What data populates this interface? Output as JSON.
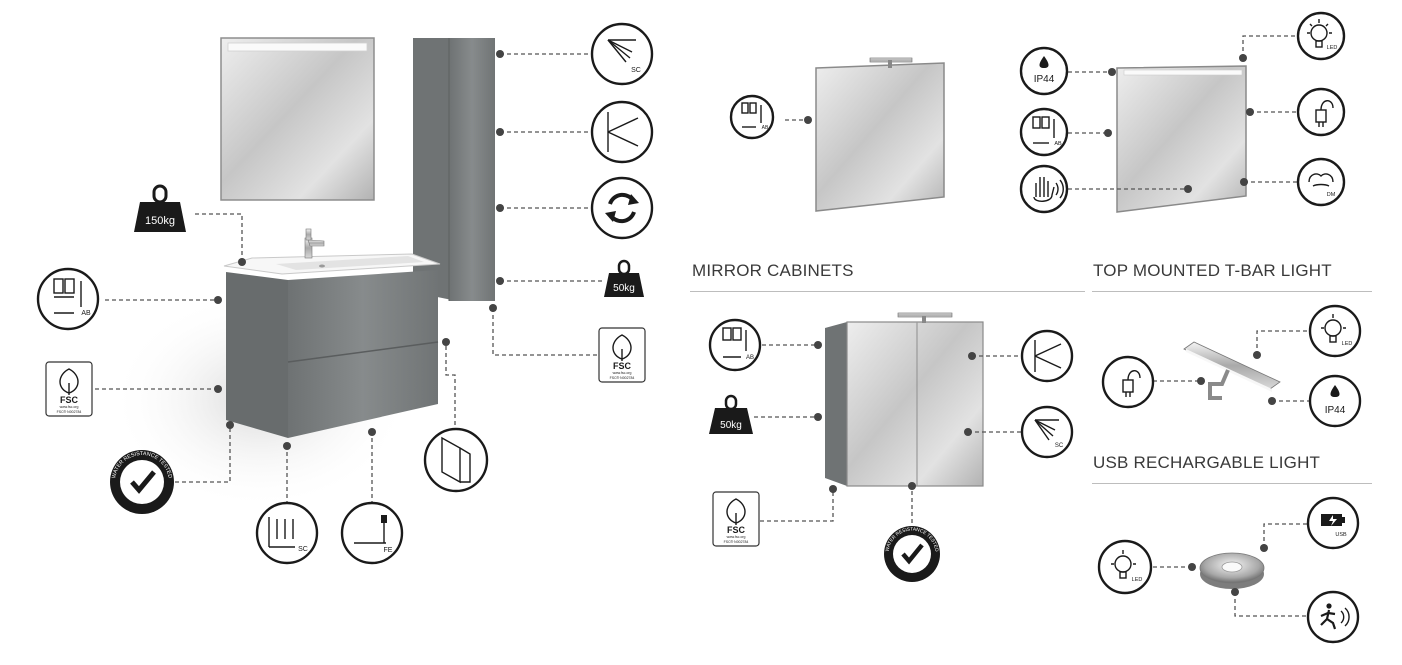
{
  "sections": {
    "mirror_cabinets": "MIRROR CABINETS",
    "top_mounted_light": "TOP MOUNTED T-BAR LIGHT",
    "usb_light": "USB RECHARGABLE LIGHT"
  },
  "icon_text": {
    "weight_150": "150kg",
    "weight_50": "50kg",
    "sc": "SC",
    "ab": "AB",
    "fe": "FE",
    "dm": "DM",
    "led": "LED",
    "usb": "USB",
    "ip44": "IP44",
    "fsc": "FSC",
    "fsc_site": "www.fsc.org",
    "fsc_code": "FSC® N002784",
    "water_tested": "WATER RESISTANCE TESTED"
  },
  "colors": {
    "cabinet_grey": "#7b7f80",
    "icon_dark": "#1a1a1a",
    "section_text": "#3a3a3a"
  }
}
